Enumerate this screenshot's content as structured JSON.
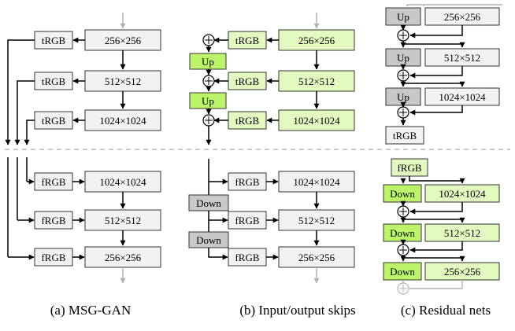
{
  "panels": {
    "a": {
      "caption": "(a) MSG-GAN",
      "gen": {
        "trgb": "tRGB",
        "res": [
          "256×256",
          "512×512",
          "1024×1024"
        ]
      },
      "dis": {
        "frgb": "fRGB",
        "res": [
          "1024×1024",
          "512×512",
          "256×256"
        ]
      }
    },
    "b": {
      "caption": "(b) Input/output skips",
      "gen": {
        "trgb": "tRGB",
        "up": "Up",
        "res": [
          "256×256",
          "512×512",
          "1024×1024"
        ]
      },
      "dis": {
        "frgb": "fRGB",
        "down": "Down",
        "res": [
          "1024×1024",
          "512×512",
          "256×256"
        ]
      }
    },
    "c": {
      "caption": "(c) Residual nets",
      "gen": {
        "up": "Up",
        "trgb": "tRGB",
        "res": [
          "256×256",
          "512×512",
          "1024×1024"
        ]
      },
      "dis": {
        "frgb": "fRGB",
        "down": "Down",
        "res": [
          "1024×1024",
          "512×512",
          "256×256"
        ]
      }
    }
  },
  "colors": {
    "box_fill": "#f2f2f2",
    "box_stroke": "#333333",
    "green_fill": "#e2f9c0",
    "gray_fill": "#c8c8c8",
    "lime_fill": "#bdf56a",
    "faded": "#b3b3b3",
    "line": "#000000"
  }
}
